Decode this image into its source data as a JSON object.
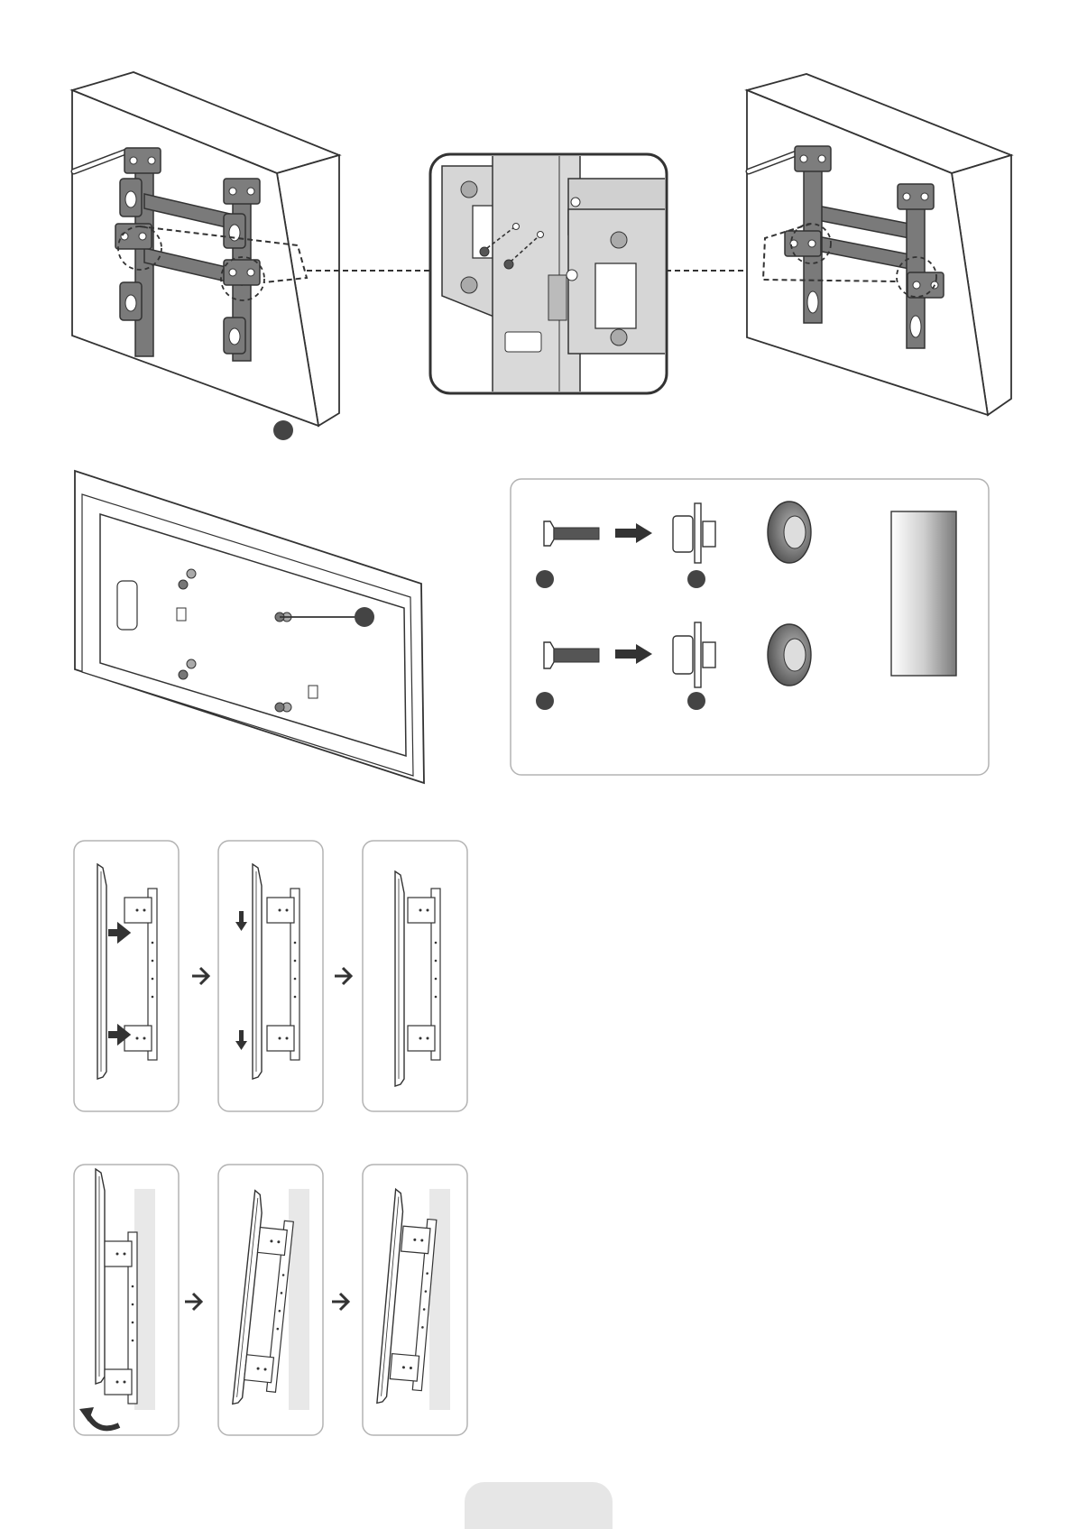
{
  "colors": {
    "line": "#333333",
    "bracket_gray": "#777777",
    "light_gray": "#cfcfcf",
    "wall_gray": "#e8e8e8",
    "marker_dark": "#444444",
    "panel_border": "#b3b3b3",
    "tab_gray": "#e6e6e6"
  },
  "icons": {
    "pencil": "pencil-icon",
    "screw": "screw-icon",
    "spacer": "spacer-icon",
    "ring_washer": "ring-washer-icon",
    "arrow_right": "arrow-right-icon",
    "arrow_down": "arrow-down-icon",
    "rotate_arrow": "rotate-arrow-icon"
  },
  "markers": {
    "step_marker_count": 6
  },
  "step_panels": {
    "hang_sequence_count": 3,
    "tilt_sequence_count": 3
  }
}
